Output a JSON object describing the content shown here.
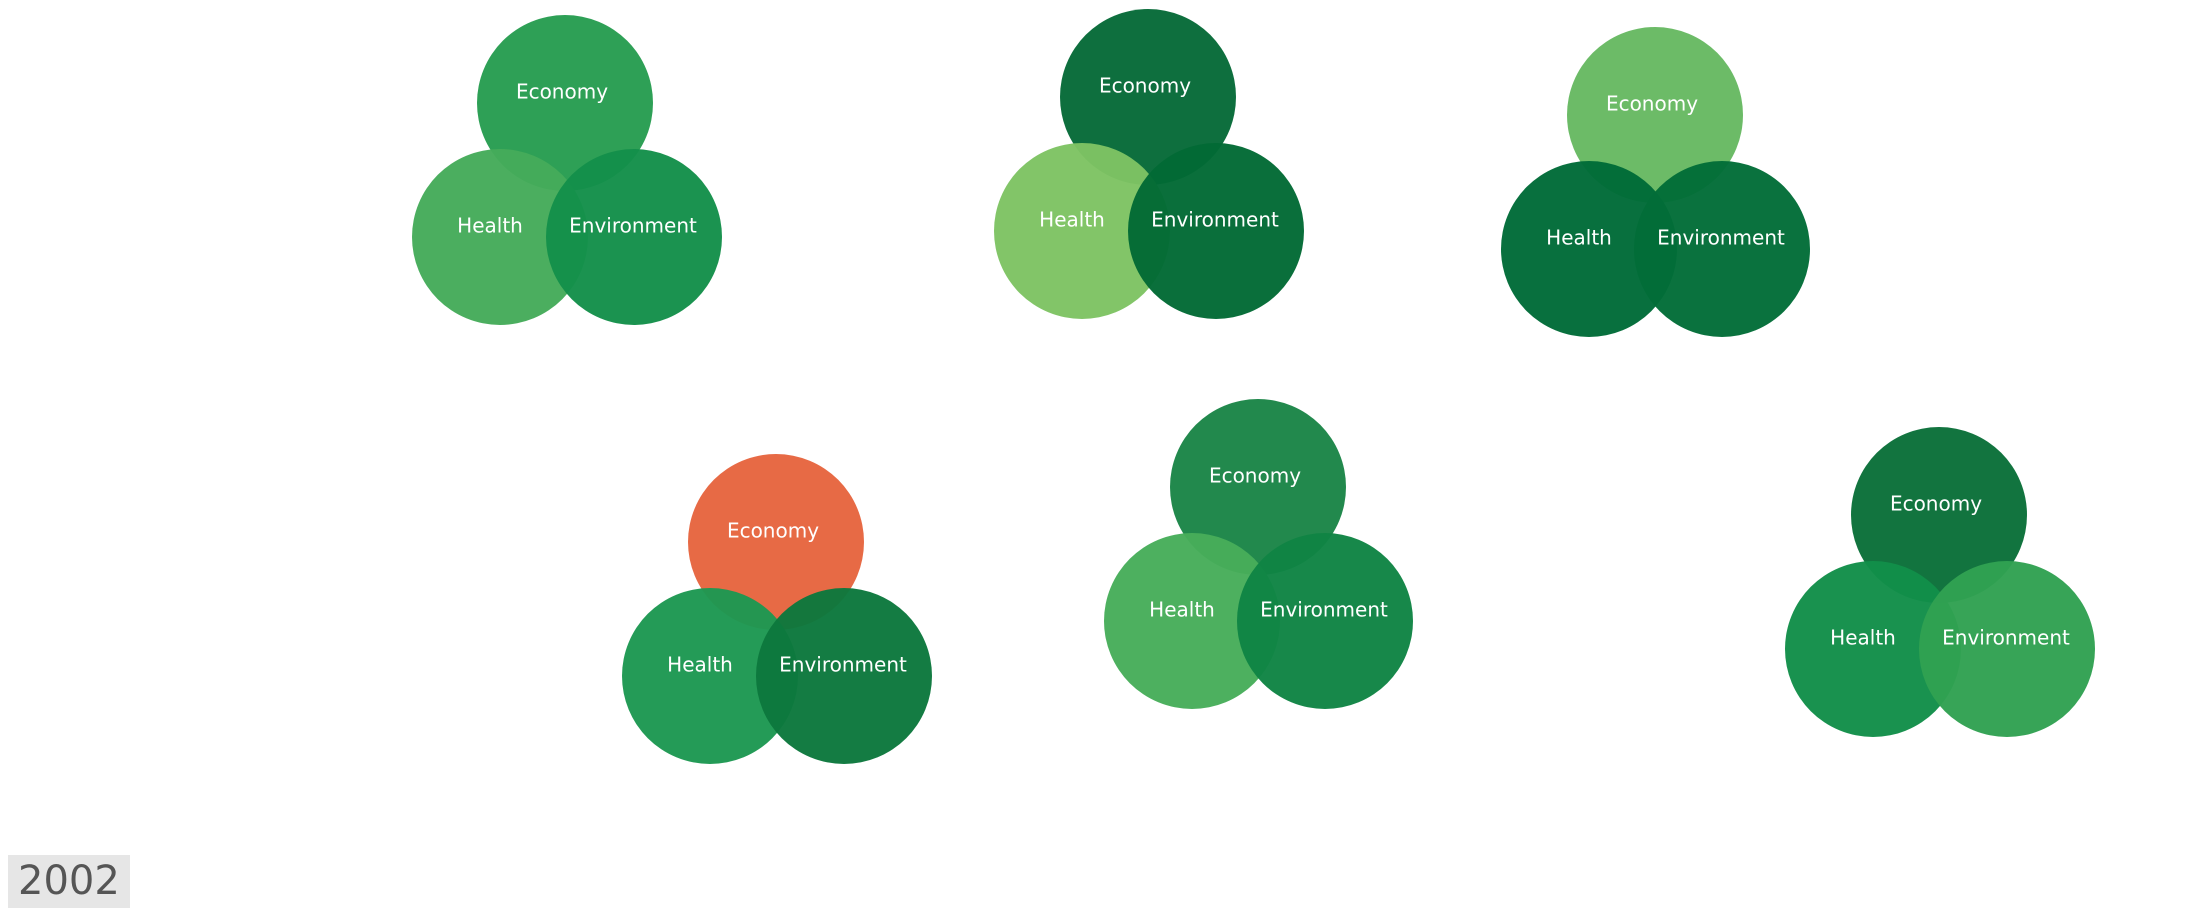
{
  "year_label": "2002",
  "legend_categories": [
    "Economy",
    "Health",
    "Environment"
  ],
  "chart_data": {
    "type": "venn-grid",
    "year": "2002",
    "groups": [
      {
        "circles": [
          {
            "label": "Economy",
            "color": "#279d51"
          },
          {
            "label": "Health",
            "color": "#45ab5a"
          },
          {
            "label": "Environment",
            "color": "#14904a"
          }
        ]
      },
      {
        "circles": [
          {
            "label": "Economy",
            "color": "#066a38"
          },
          {
            "label": "Health",
            "color": "#7ec363"
          },
          {
            "label": "Environment",
            "color": "#026a35"
          }
        ]
      },
      {
        "circles": [
          {
            "label": "Economy",
            "color": "#67b962"
          },
          {
            "label": "Health",
            "color": "#006b38"
          },
          {
            "label": "Environment",
            "color": "#026d38"
          }
        ]
      },
      {
        "circles": [
          {
            "label": "Economy",
            "color": "#e6653f"
          },
          {
            "label": "Health",
            "color": "#1d9852"
          },
          {
            "label": "Environment",
            "color": "#0c783d"
          }
        ]
      },
      {
        "circles": [
          {
            "label": "Economy",
            "color": "#1b8547"
          },
          {
            "label": "Health",
            "color": "#47ad5a"
          },
          {
            "label": "Environment",
            "color": "#0f8444"
          }
        ]
      },
      {
        "circles": [
          {
            "label": "Economy",
            "color": "#0a7039"
          },
          {
            "label": "Health",
            "color": "#128e49"
          },
          {
            "label": "Environment",
            "color": "#31a152"
          }
        ]
      }
    ]
  }
}
